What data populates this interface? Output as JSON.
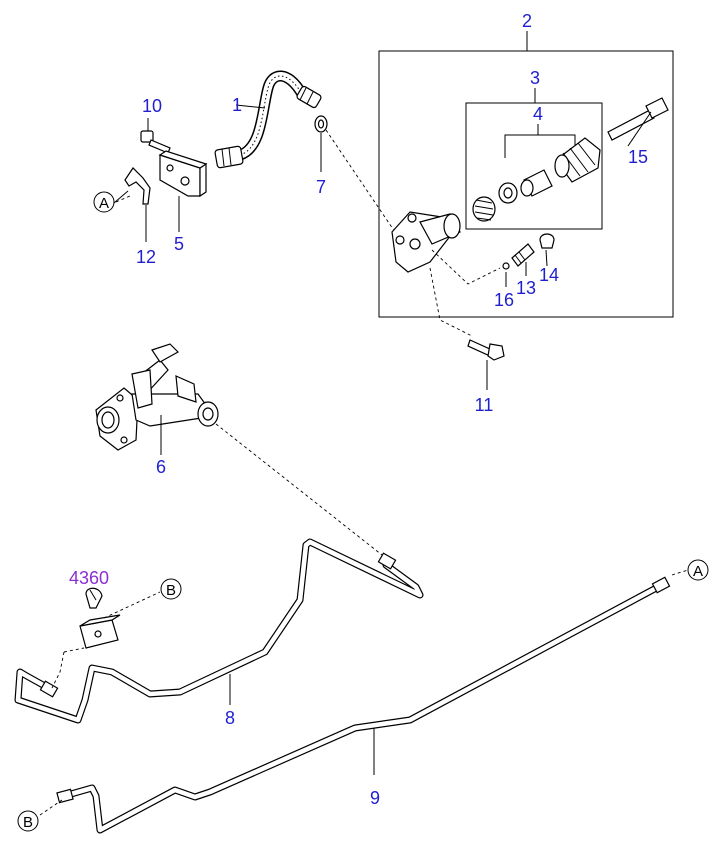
{
  "callouts": {
    "c1": "1",
    "c2": "2",
    "c3": "3",
    "c4": "4",
    "c5": "5",
    "c6": "6",
    "c7": "7",
    "c8": "8",
    "c9": "9",
    "c10": "10",
    "c11": "11",
    "c12": "12",
    "c13": "13",
    "c14": "14",
    "c15": "15",
    "c16": "16",
    "c4360": "4360"
  },
  "refs": {
    "a_left": "A",
    "a_right": "A",
    "b_top": "B",
    "b_bottom": "B"
  },
  "colors": {
    "callout": "#1f1fd0",
    "ref_callout": "#8a2fd0",
    "line": "#000000"
  }
}
